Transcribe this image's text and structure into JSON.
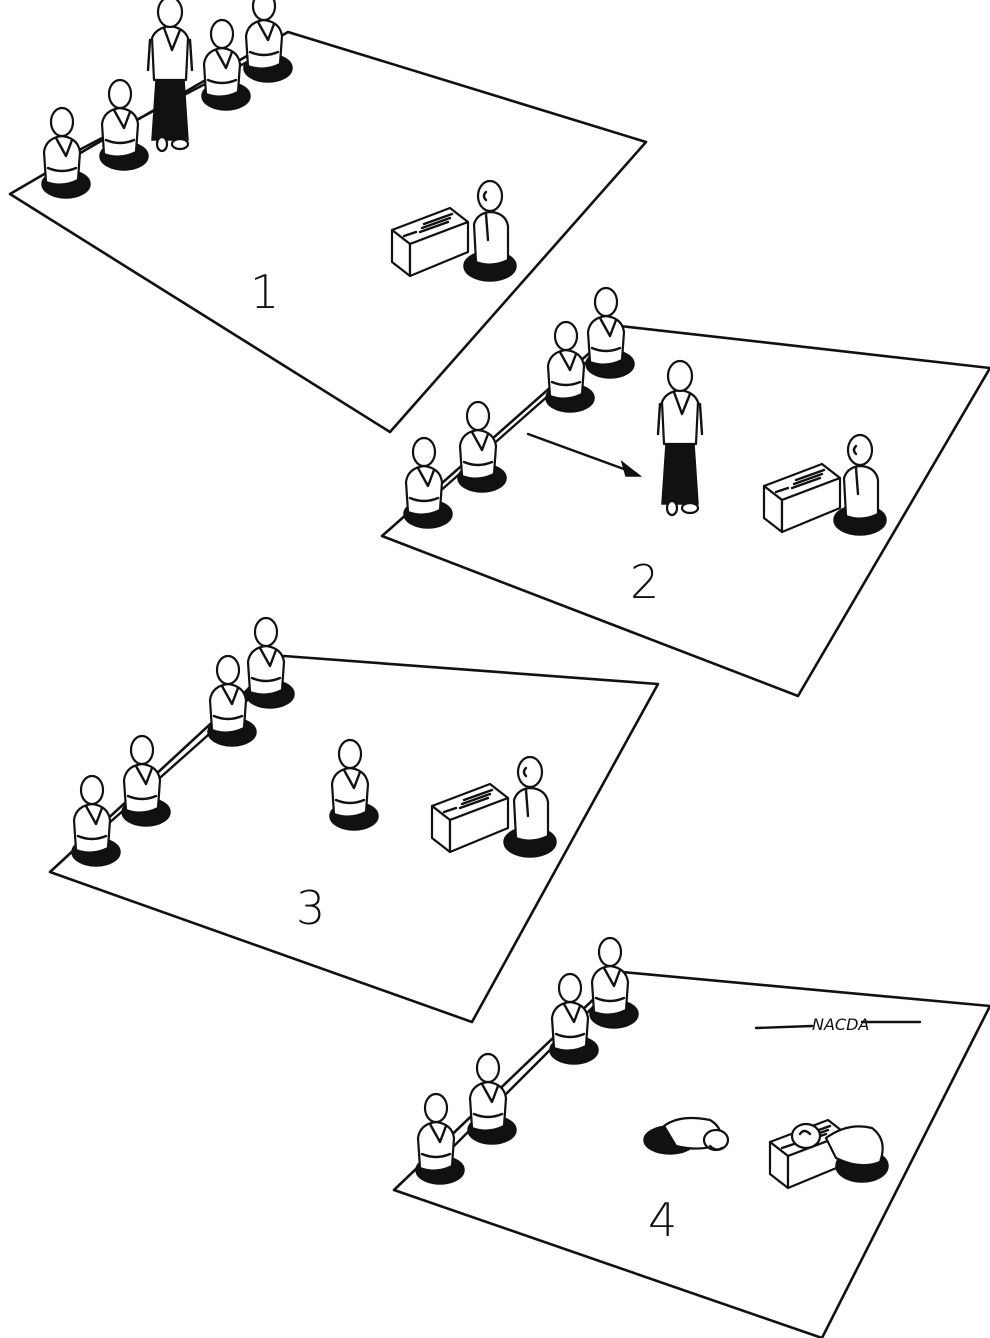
{
  "panels": [
    {
      "number": "1"
    },
    {
      "number": "2"
    },
    {
      "number": "3"
    },
    {
      "number": "4"
    }
  ],
  "signature": "NACDA",
  "colors": {
    "ink": "#111111",
    "paper": "#ffffff"
  }
}
